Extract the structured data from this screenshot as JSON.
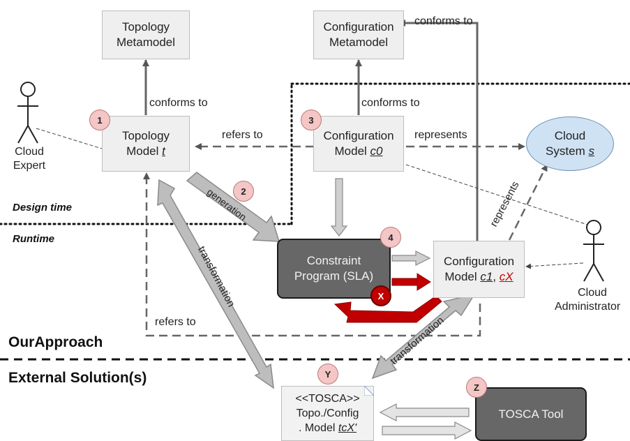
{
  "labels": {
    "conforms_to": "conforms to",
    "refers_to": "refers to",
    "represents": "represents",
    "generation": "generation",
    "transformation": "transformation"
  },
  "phases": {
    "design_time": "Design time",
    "runtime": "Runtime"
  },
  "sections": {
    "our_approach": "OurApproach",
    "external": "External Solution(s)"
  },
  "nodes": {
    "topology_metamodel": [
      "Topology",
      "Metamodel"
    ],
    "configuration_metamodel": [
      "Configuration",
      "Metamodel"
    ],
    "topology_model": {
      "line1": "Topology",
      "prefix": "Model ",
      "var": "t"
    },
    "configuration_model_c0": {
      "line1": "Configuration",
      "prefix": "Model ",
      "var": "c0"
    },
    "cloud_system": {
      "line1": "Cloud",
      "prefix": "System ",
      "var": "s"
    },
    "constraint_program": [
      "Constraint",
      "Program (SLA)"
    ],
    "configuration_model_c1": {
      "line1": "Configuration",
      "prefix": "Model ",
      "var1": "c1",
      "sep": ", ",
      "var2": "cX"
    },
    "tosca_model": {
      "line1": "<<TOSCA>>",
      "line2": "Topo./Config",
      "prefix": ". Model ",
      "var": "tcX'"
    },
    "tosca_tool": "TOSCA Tool"
  },
  "actors": {
    "cloud_expert": [
      "Cloud",
      "Expert"
    ],
    "cloud_administrator": [
      "Cloud",
      "Administrator"
    ]
  },
  "badges": [
    "1",
    "2",
    "3",
    "4",
    "X",
    "Y",
    "Z"
  ],
  "colors": {
    "box_fill": "#efefef",
    "dark_box_fill": "#676767",
    "cloud_fill": "#cfe2f3",
    "badge_fill": "#f4c6c6",
    "error_red": "#c00000"
  }
}
